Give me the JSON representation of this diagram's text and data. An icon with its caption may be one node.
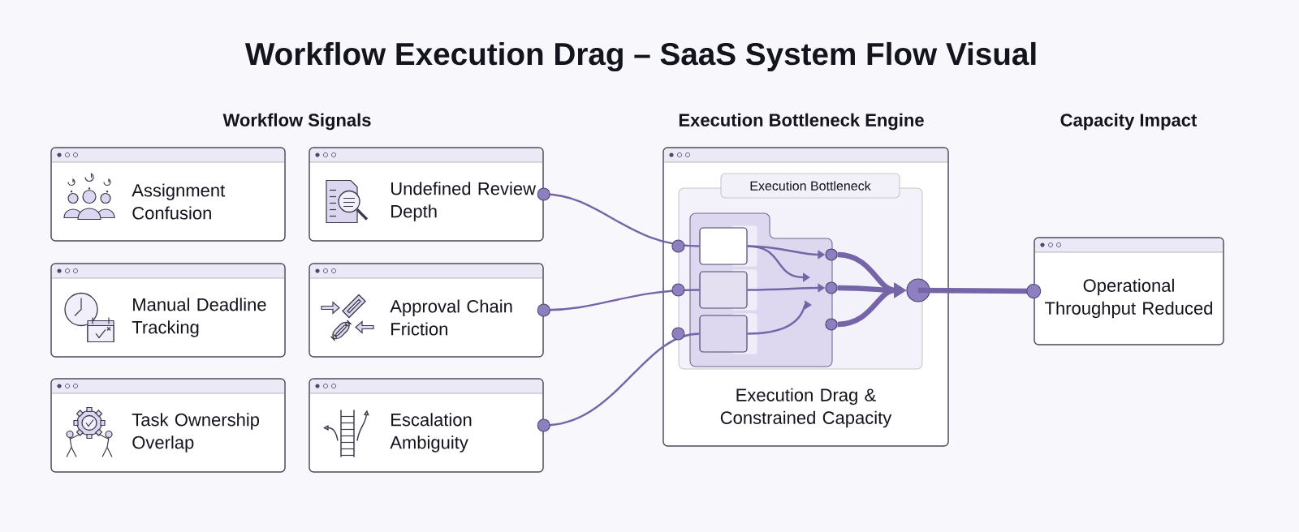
{
  "diagram": {
    "title": "Workflow Execution Drag – SaaS System Flow Visual",
    "nodes": [
      {
        "text": [
          "Assignment Confusion"
        ]
      },
      {
        "text": [
          "Undefined Review Depth"
        ]
      },
      {
        "text": [
          "Manual Deadline Tracking"
        ]
      },
      {
        "text": [
          "Approval Chain Friction"
        ]
      },
      {
        "text": [
          "Task Ownership Overlap"
        ]
      },
      {
        "text": [
          "Escalation Ambiguity"
        ]
      },
      {
        "text": [
          "Execution Drag & Constrained Capacity"
        ]
      },
      {
        "text": [
          "Execution Bottleneck"
        ],
        "in": 6
      },
      {
        "text": [],
        "shape": "box",
        "in": 7
      },
      {
        "text": [],
        "shape": "box",
        "in": 7
      },
      {
        "text": [],
        "shape": "box",
        "in": 7
      },
      {
        "text": [],
        "shape": "circle",
        "in": 7
      },
      {
        "text": [],
        "shape": "circle",
        "in": 7
      },
      {
        "text": [],
        "shape": "circle",
        "in": 7
      },
      {
        "text": [],
        "shape": "circle",
        "in": 6
      },
      {
        "text": [
          "Operational Throughput Reduced"
        ]
      }
    ],
    "edges": [
      {
        "from": 1,
        "to": 8,
        "arrow": "other"
      },
      {
        "from": 3,
        "to": 9,
        "arrow": "other"
      },
      {
        "from": 5,
        "to": 10,
        "arrow": "other"
      },
      {
        "from": 8,
        "to": 11,
        "arrow": "to"
      },
      {
        "from": 8,
        "to": null,
        "arrow": "to"
      },
      {
        "from": 9,
        "to": 12,
        "arrow": "to"
      },
      {
        "from": 10,
        "to": null,
        "arrow": "to"
      },
      {
        "from": 11,
        "to": 14,
        "arrow": "to",
        "style": "thick"
      },
      {
        "from": 12,
        "to": 14,
        "arrow": "to",
        "style": "thick"
      },
      {
        "from": 13,
        "to": 14,
        "arrow": "to",
        "style": "thick"
      },
      {
        "from": 14,
        "to": 15,
        "arrow": "other",
        "style": "thick"
      }
    ],
    "labels": [
      "Workflow Signals",
      "Execution Bottleneck Engine",
      "Capacity Impact"
    ]
  }
}
